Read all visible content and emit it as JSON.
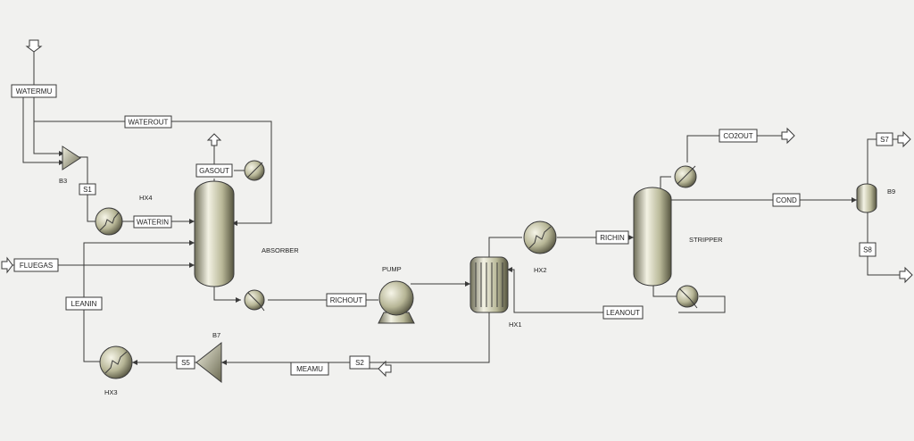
{
  "streams": {
    "watermu": "WATERMU",
    "waterout": "WATEROUT",
    "s1": "S1",
    "waterin": "WATERIN",
    "gasout": "GASOUT",
    "fluegas": "FLUEGAS",
    "leanin": "LEANIN",
    "richout": "RICHOUT",
    "s5": "S5",
    "meamu": "MEAMU",
    "s2": "S2",
    "richin": "RICHIN",
    "leanout": "LEANOUT",
    "co2out": "CO2OUT",
    "cond": "COND",
    "s7": "S7",
    "s8": "S8"
  },
  "blocks": {
    "b3": "B3",
    "hx4": "HX4",
    "absorber": "ABSORBER",
    "pump": "PUMP",
    "hx1": "HX1",
    "hx2": "HX2",
    "stripper": "STRIPPER",
    "b9": "B9",
    "b7": "B7",
    "hx3": "HX3"
  },
  "colors": {
    "background": "#f1f1ef",
    "equipment": "#c8c7a8",
    "line": "#3a3a3a"
  }
}
